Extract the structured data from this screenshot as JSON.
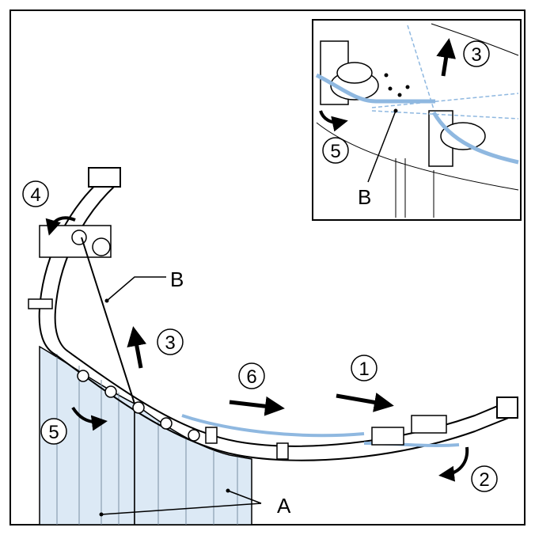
{
  "labels": {
    "door_panels": "A",
    "belt_main": "B",
    "belt_inset": "B"
  },
  "steps": {
    "s1": "1",
    "s2": "2",
    "s3": "3",
    "s4": "4",
    "s5": "5",
    "s6": "6",
    "inset_s3": "3",
    "inset_s5": "5"
  },
  "colors": {
    "outline": "#000000",
    "panel_fill": "#dce9f5",
    "belt_blue": "#8fb8e0",
    "rail_fill": "#ffffff"
  }
}
